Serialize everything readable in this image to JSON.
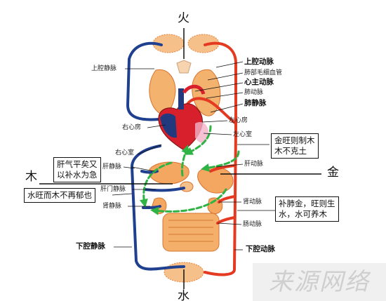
{
  "directions": {
    "top": "火",
    "left": "木",
    "right": "金",
    "bottom": "水"
  },
  "labels": {
    "superior_vena_cava": "上腔静脉",
    "superior_vena_cava_right": "上腔动脉",
    "pulmonary_capillaries": "肺部毛细血管",
    "aorta": "心主动脉",
    "pulmonary_artery": "肺动脉",
    "pulmonary_vein": "肺静脉",
    "right_atrium": "右心房",
    "left_atrium": "左心房",
    "left_ventricle": "左心室",
    "right_ventricle": "右心室",
    "hepatic_vein": "肝静脉",
    "hepatic_artery": "肝动脉",
    "portal_vein": "肝门静脉",
    "renal_vein": "肾静脉",
    "renal_artery": "肾动脉",
    "intestinal_artery": "肠动脉",
    "inferior_vena_cava": "下腔静脉",
    "inferior_aorta": "下腔动脉"
  },
  "notes": {
    "liver_calm": [
      "肝气平矣又",
      "以补水为急"
    ],
    "wood_strong": [
      "水旺而木不再郁也"
    ],
    "metal_strong": [
      "金旺则制木",
      "木不克土"
    ],
    "nourish_metal": [
      "补肺金，旺则生",
      "水，水可养木"
    ]
  },
  "watermark": "来源网络",
  "colors": {
    "vein": "#1f3f8f",
    "artery": "#e43a22",
    "arrow": "#2fb344",
    "organ": "#f2a860",
    "tissue": "#e8823a"
  }
}
